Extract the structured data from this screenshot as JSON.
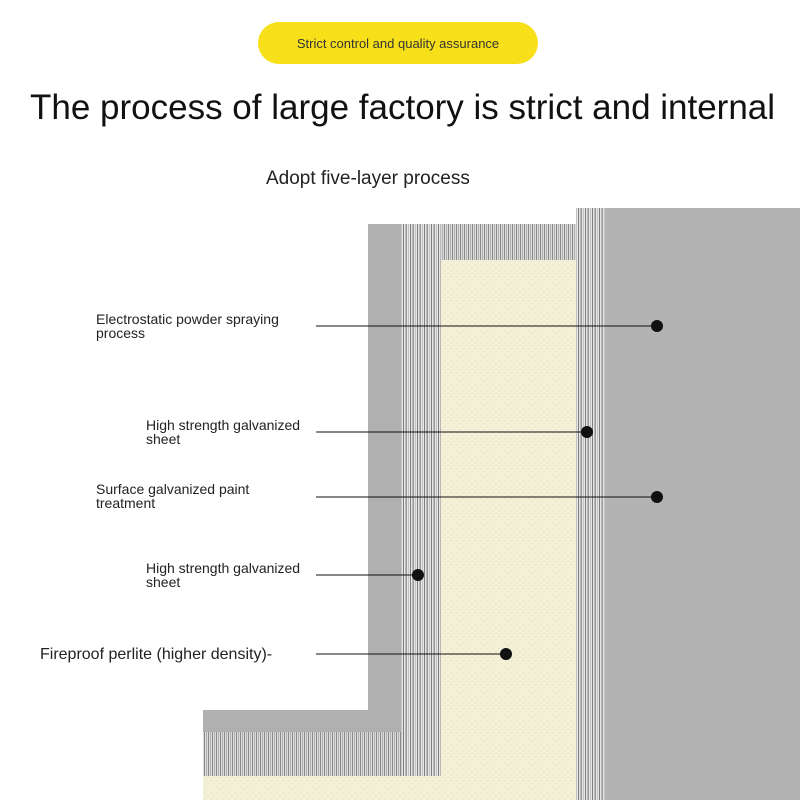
{
  "badge": {
    "text": "Strict control and quality assurance"
  },
  "headline": "The process of large factory is strict and internal",
  "subhead": "Adopt five-layer process",
  "colors": {
    "badge_bg": "#f7e01a",
    "panel_grey": "#b3b3b3",
    "perlite_core": "#f4f1d8",
    "leader_line": "#111111"
  },
  "layers": [
    {
      "label": "Electrostatic powder spraying\nprocess"
    },
    {
      "label": "High strength galvanized\nsheet"
    },
    {
      "label": "Surface galvanized paint\ntreatment"
    },
    {
      "label": "High strength galvanized\nsheet"
    },
    {
      "label": "Fireproof perlite (higher density)-"
    }
  ]
}
